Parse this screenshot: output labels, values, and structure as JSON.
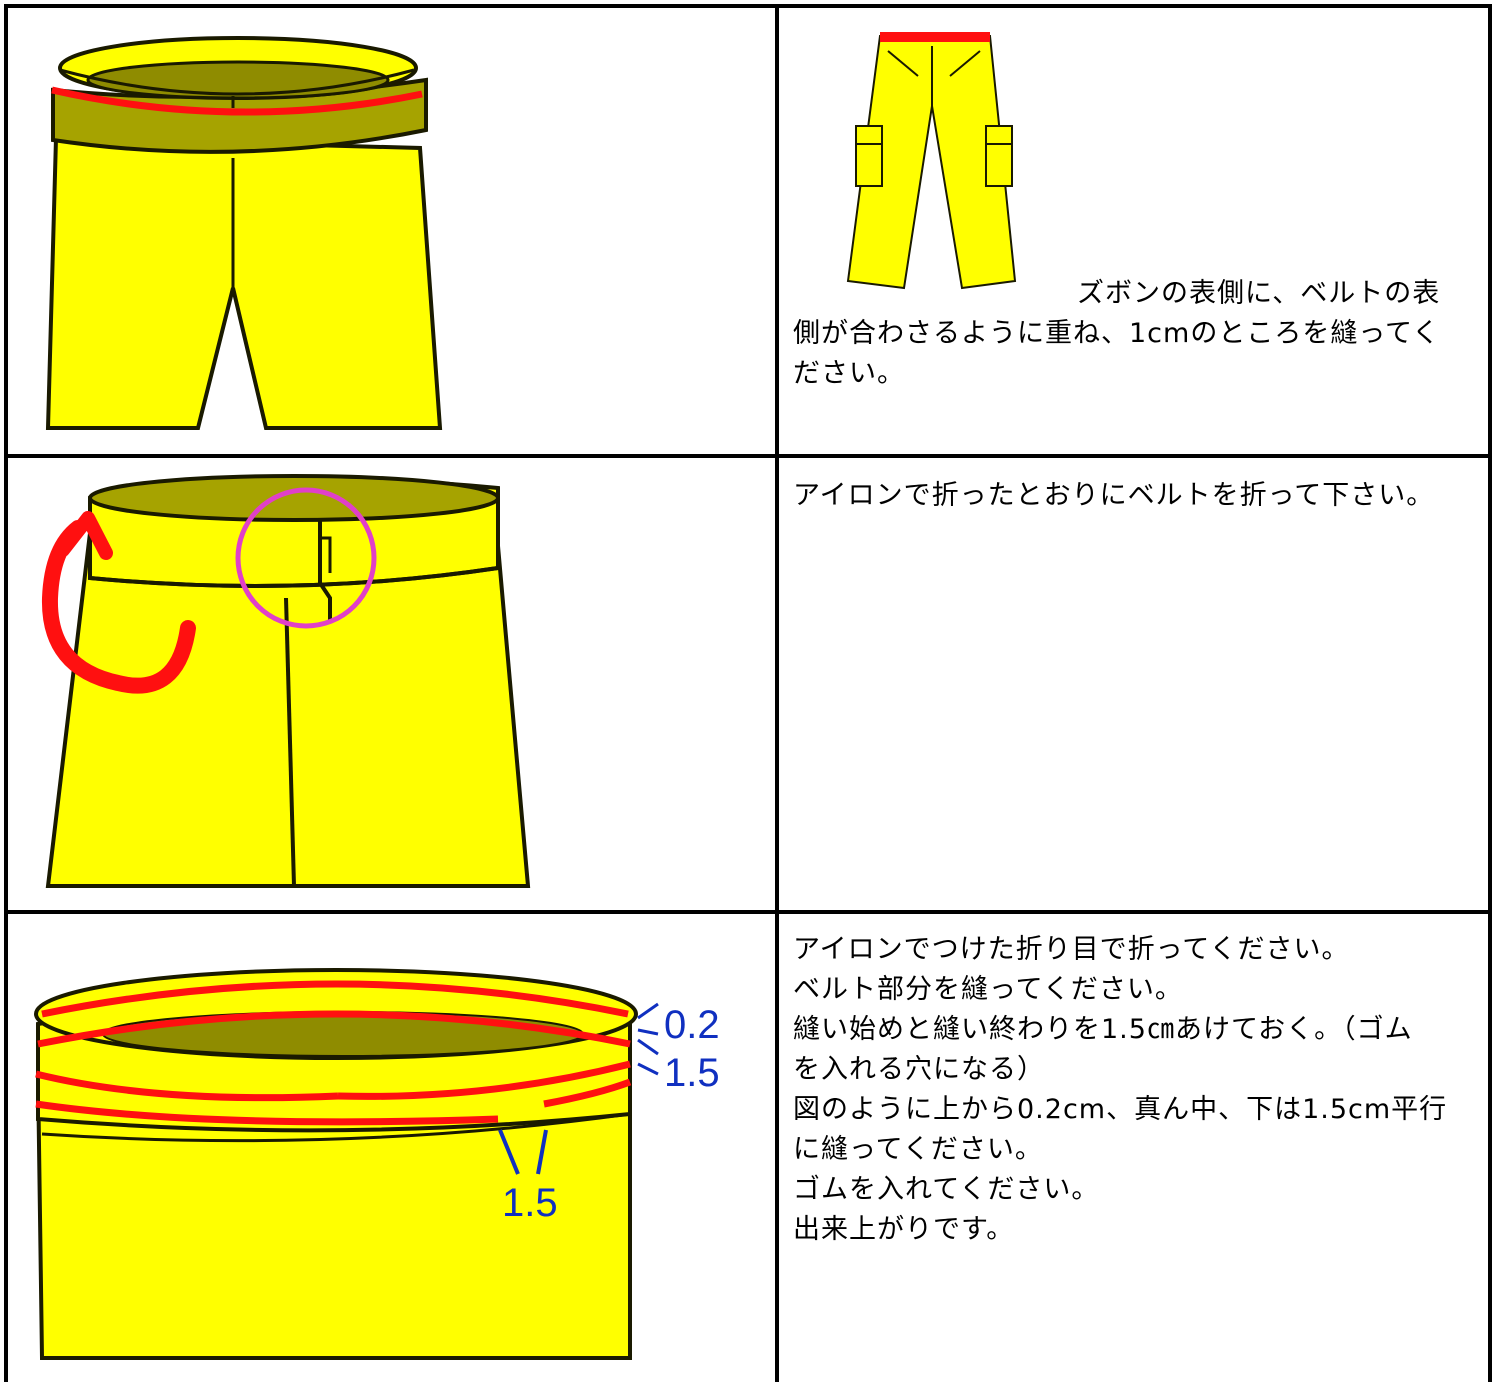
{
  "steps": [
    {
      "lines": [
        "ズボンの表側に、ベルトの表",
        "側が合わさるように重ね、1cmのところを縫ってく",
        "ださい。"
      ]
    },
    {
      "lines": [
        "アイロンで折ったとおりにベルトを折って下さい。"
      ]
    },
    {
      "lines": [
        "アイロンでつけた折り目で折ってください。",
        "ベルト部分を縫ってください。",
        "縫い始めと縫い終わりを1.5㎝あけておく。（ゴム",
        "を入れる穴になる）",
        "図のように上から0.2cm、真ん中、下は1.5cm平行",
        "に縫ってください。",
        "ゴムを入れてください。",
        "出来上がりです。"
      ]
    }
  ],
  "dimension_labels": {
    "top": "0.2",
    "middle": "1.5",
    "bottom_gap": "1.5"
  },
  "colors": {
    "fabric": "#ffff00",
    "band": "#a6a300",
    "inner": "#8f8c00",
    "stitch": "#ff1010",
    "circle": "#e040c8",
    "dim": "#1030c0"
  }
}
